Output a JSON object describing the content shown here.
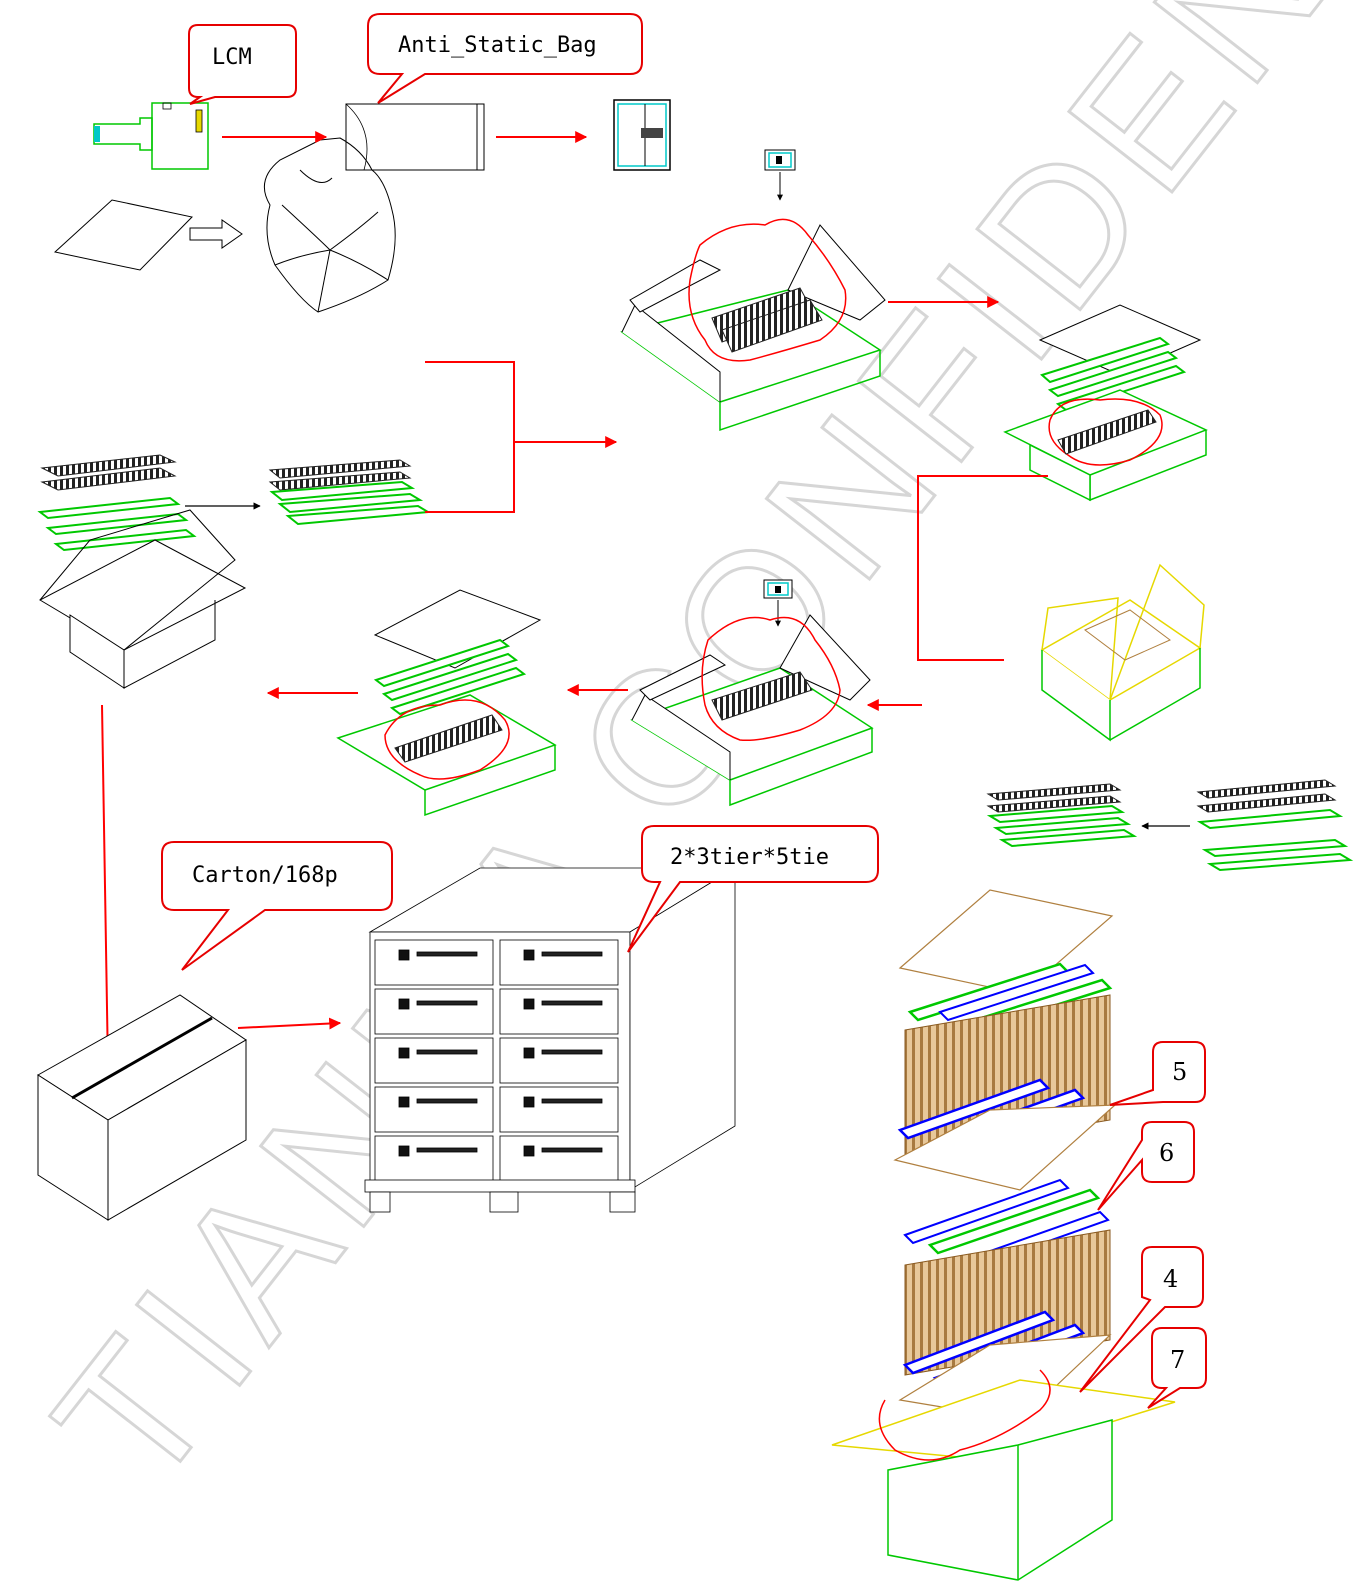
{
  "callouts": {
    "lcm": "LCM",
    "bag": "Anti_Static_Bag",
    "carton": "Carton/168p",
    "pallet": "2*3tier*5tie",
    "n5": "5",
    "n6": "6",
    "n4": "4",
    "n7": "7"
  },
  "watermark": "TIANMA CONFIDENTIAL",
  "colors": {
    "arrow": "#ff0000",
    "callout_border": "#e60000",
    "tray_green": "#00c800",
    "tray_blue": "#0000ff",
    "outer_carton": "#e6d800",
    "spacer": "#c8a06a",
    "lcm_cyan": "#00c8c8"
  }
}
